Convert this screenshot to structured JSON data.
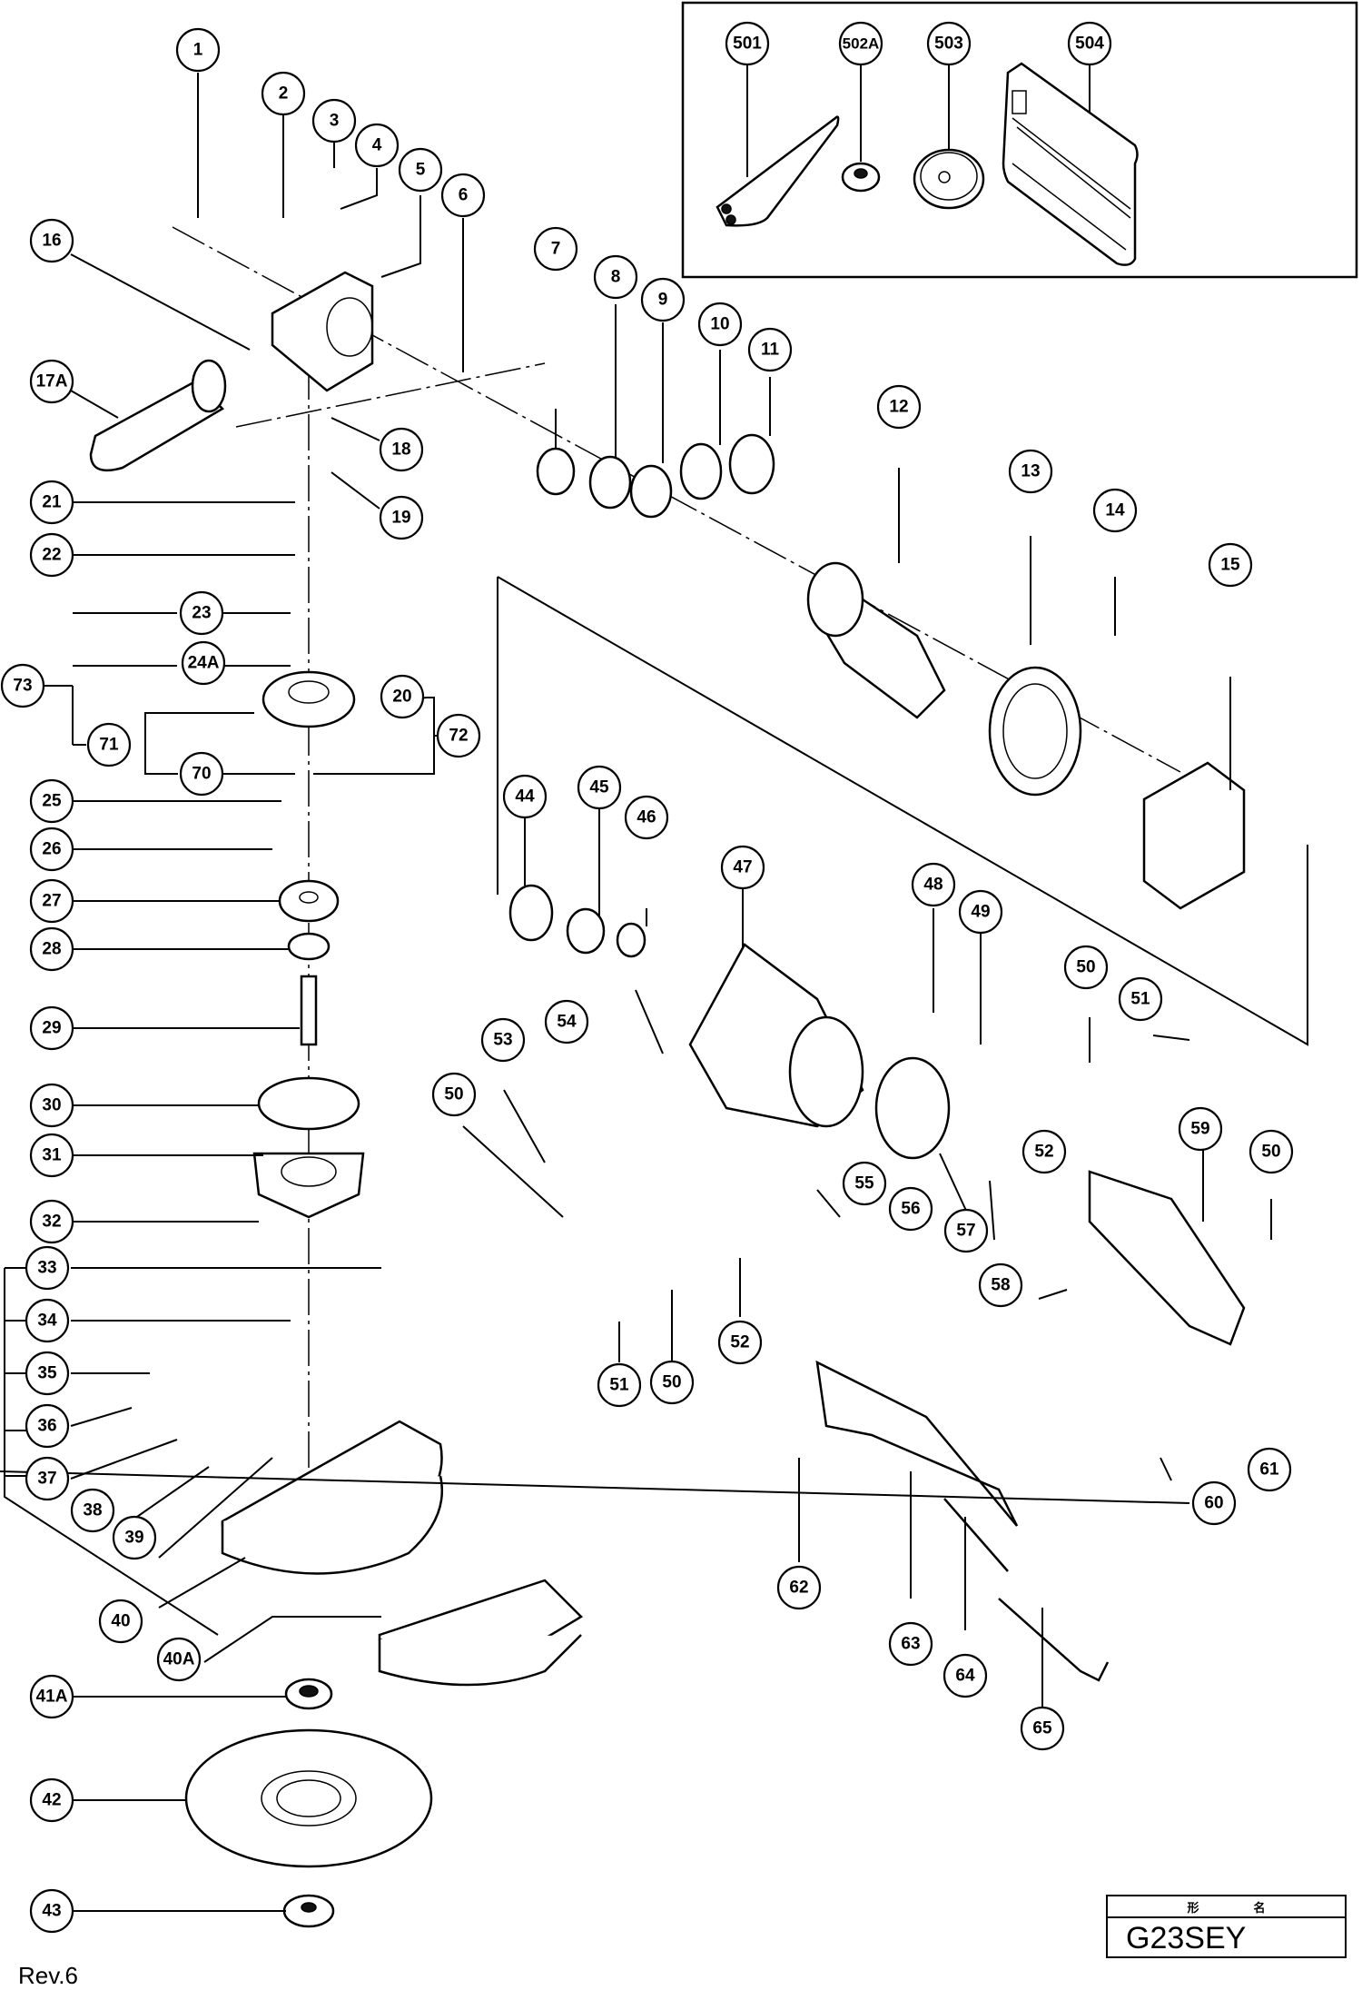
{
  "document": {
    "model_header": [
      "形",
      "名"
    ],
    "model_name": "G23SEY",
    "revision": "Rev.6"
  },
  "accessory_box": {
    "labels": [
      "501",
      "502A",
      "503",
      "504"
    ],
    "icons": [
      "spanner-wrench-icon",
      "wheel-washer-icon",
      "wheel-flange-icon",
      "carrying-case-icon"
    ]
  },
  "callouts": {
    "c1": "1",
    "c2": "2",
    "c3": "3",
    "c4": "4",
    "c5": "5",
    "c6": "6",
    "c7": "7",
    "c8": "8",
    "c9": "9",
    "c10": "10",
    "c11": "11",
    "c12": "12",
    "c13": "13",
    "c14": "14",
    "c15": "15",
    "c16": "16",
    "c17A": "17A",
    "c18": "18",
    "c19": "19",
    "c20": "20",
    "c21": "21",
    "c22": "22",
    "c23": "23",
    "c24A": "24A",
    "c25": "25",
    "c26": "26",
    "c27": "27",
    "c28": "28",
    "c29": "29",
    "c30": "30",
    "c31": "31",
    "c32": "32",
    "c33": "33",
    "c34": "34",
    "c35": "35",
    "c36": "36",
    "c37": "37",
    "c38": "38",
    "c39": "39",
    "c40": "40",
    "c40A": "40A",
    "c41A": "41A",
    "c42": "42",
    "c43": "43",
    "c44": "44",
    "c45": "45",
    "c46": "46",
    "c47": "47",
    "c48": "48",
    "c49": "49",
    "c50a": "50",
    "c50b": "50",
    "c50c": "50",
    "c50d": "50",
    "c51a": "51",
    "c51b": "51",
    "c52a": "52",
    "c52b": "52",
    "c53": "53",
    "c54": "54",
    "c55": "55",
    "c56": "56",
    "c57": "57",
    "c58": "58",
    "c59": "59",
    "c60": "60",
    "c61": "61",
    "c62": "62",
    "c63": "63",
    "c64": "64",
    "c65": "65",
    "c70": "70",
    "c71": "71",
    "c72": "72",
    "c73": "73"
  }
}
